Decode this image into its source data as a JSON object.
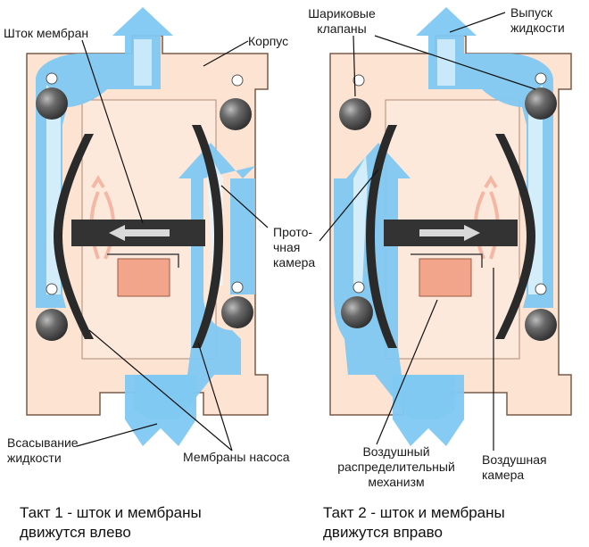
{
  "labels": {
    "rod": "Шток мембран",
    "body": "Корпус",
    "ball_valves_1": "Шариковые",
    "ball_valves_2": "клапаны",
    "outlet_1": "Выпуск",
    "outlet_2": "жидкости",
    "chamber_1": "Прото-",
    "chamber_2": "чная",
    "chamber_3": "камера",
    "suction_1": "Всасывание",
    "suction_2": "жидкости",
    "membranes": "Мембраны насоса",
    "air_mech_1": "Воздушный",
    "air_mech_2": "распределительный",
    "air_mech_3": "механизм",
    "air_chamber_1": "Воздушная",
    "air_chamber_2": "камера"
  },
  "captions": {
    "left_1": "Такт 1 - шток и мембраны",
    "left_2": "движутся влево",
    "right_1": "Такт 2 - шток и мембраны",
    "right_2": "движутся вправо"
  },
  "colors": {
    "housing": "#fde3d2",
    "housing_stroke": "#7a5a48",
    "fluid": "#8fd0f5",
    "fluid_light": "#e6f6fd",
    "ball": "#555555",
    "membrane": "#2a2a2a",
    "rod": "#333333",
    "air_block": "#f2a58a",
    "air_arrow": "#f3b7a4"
  }
}
